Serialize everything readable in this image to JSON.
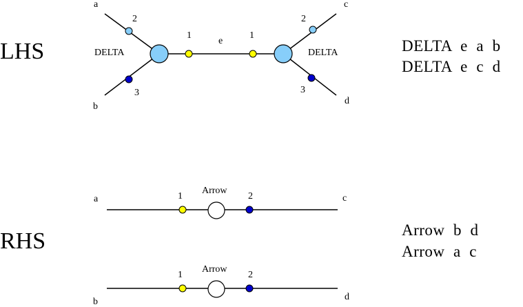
{
  "lhs": {
    "section_label": "LHS",
    "left_node_label": "DELTA",
    "right_node_label": "DELTA",
    "port_labels": {
      "a": "a",
      "b": "b",
      "c": "c",
      "d": "d",
      "e": "e",
      "left_top": "2",
      "left_bottom": "3",
      "left_mid": "1",
      "right_mid": "1",
      "right_top": "2",
      "right_bottom": "3"
    },
    "rules": [
      "DELTA  e  a  b",
      "DELTA  e  c  d"
    ]
  },
  "rhs": {
    "section_label": "RHS",
    "top_arrow_label": "Arrow",
    "bottom_arrow_label": "Arrow",
    "port_labels": {
      "top_a": "a",
      "top_c": "c",
      "top_1": "1",
      "top_2": "2",
      "bottom_b": "b",
      "bottom_d": "d",
      "bottom_1": "1",
      "bottom_2": "2"
    },
    "rules": [
      "Arrow  b  d",
      "Arrow  a  c"
    ]
  },
  "colors": {
    "agent_fill": "#87cefa",
    "port_principal": "#ffff00",
    "port_aux_light": "#87cefa",
    "port_aux_dark": "#0000cd",
    "line": "#000000"
  }
}
